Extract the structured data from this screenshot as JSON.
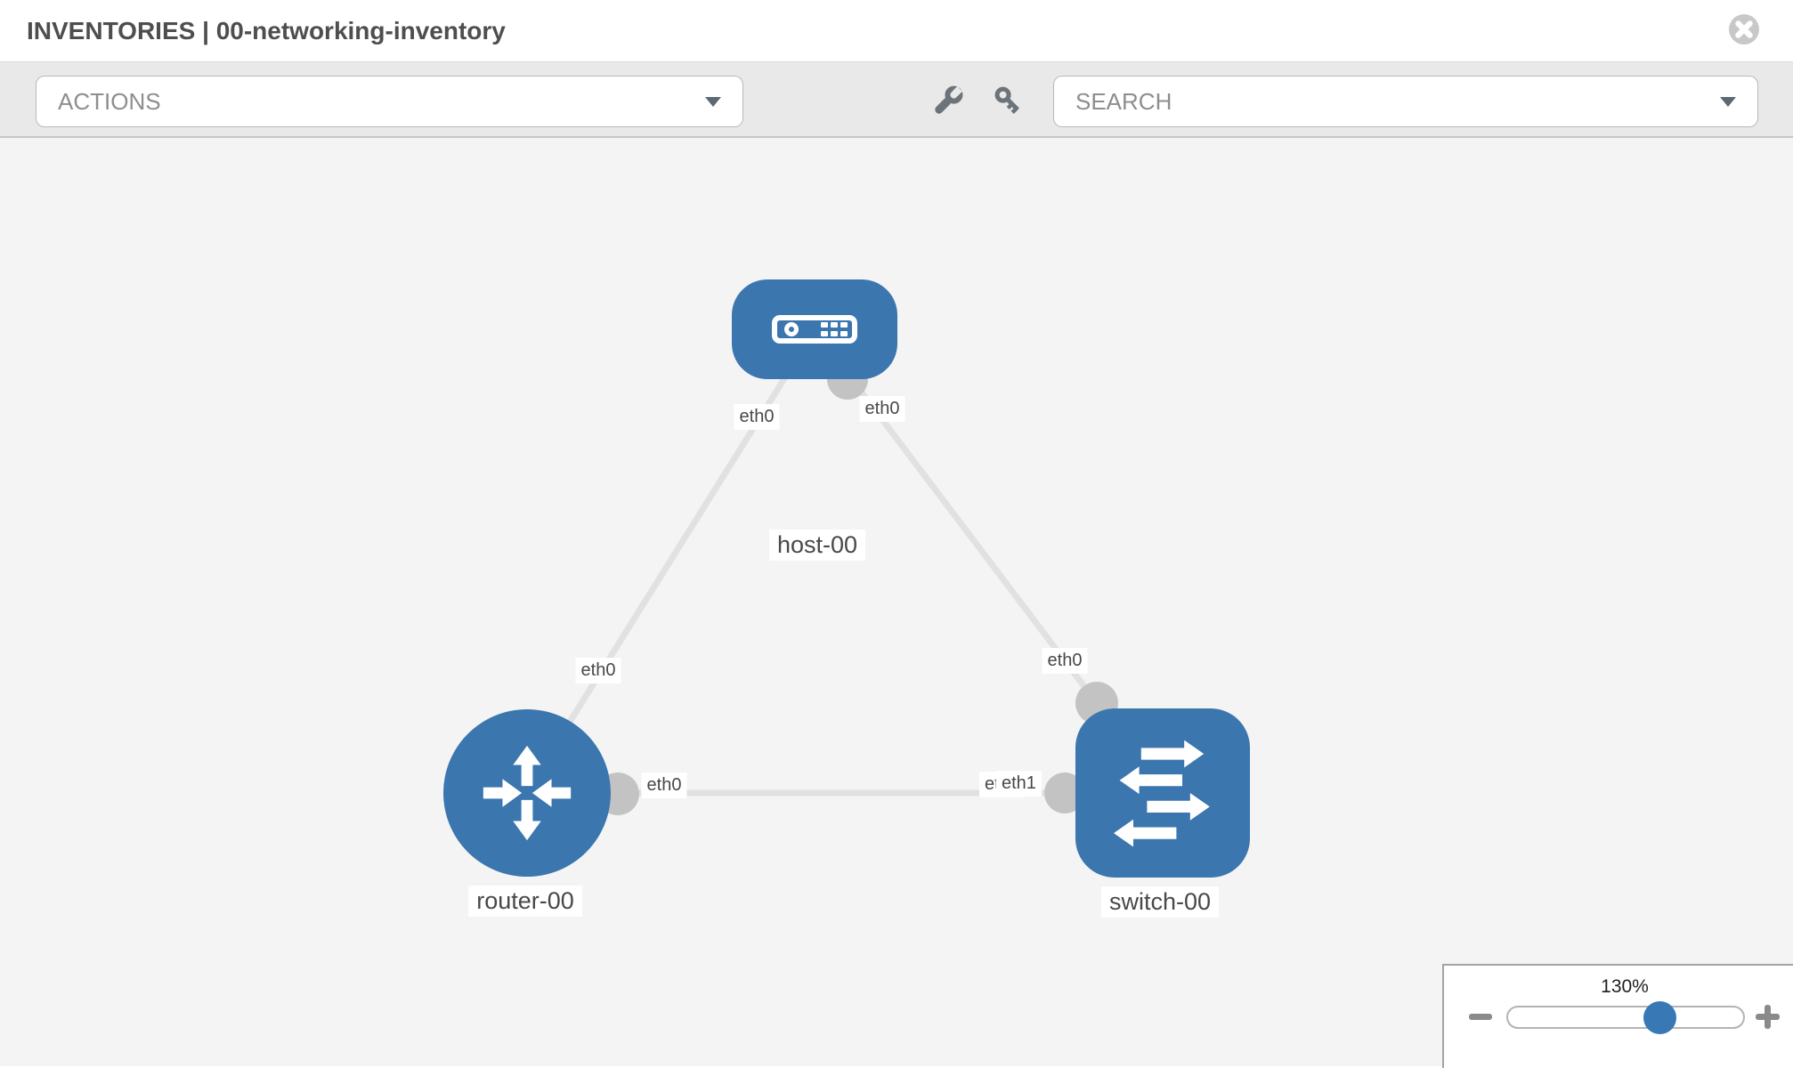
{
  "header": {
    "title": "INVENTORIES | 00-networking-inventory",
    "close_icon": "circle-x"
  },
  "toolbar": {
    "actions_label": "ACTIONS",
    "search_label": "SEARCH",
    "tool_icons": [
      "wrench-icon",
      "key-icon"
    ],
    "dropdown_icon": "chevron-down"
  },
  "topology": {
    "nodes": [
      {
        "label": "host-00",
        "type": "host"
      },
      {
        "label": "router-00",
        "type": "router"
      },
      {
        "label": "switch-00",
        "type": "switch"
      }
    ],
    "links": [
      {
        "from": "host-00",
        "to": "router-00",
        "from_interface": "eth0",
        "to_interface": "eth0"
      },
      {
        "from": "host-00",
        "to": "switch-00",
        "from_interface": "eth0",
        "to_interface": "eth0"
      },
      {
        "from": "router-00",
        "to": "switch-00",
        "from_interface": "eth0",
        "to_interface": "eth1",
        "overlapped_interface": "eth0"
      }
    ]
  },
  "zoom": {
    "level": "130%",
    "percent": 130,
    "icons": {
      "zoom_out": "minus",
      "zoom_in": "plus"
    }
  },
  "colors": {
    "node_blue": "#3b76af",
    "slider_knob_blue": "#3778b5",
    "link_gray": "#e1e1e1",
    "connector_gray": "#c3c3c3",
    "canvas_bg": "#f4f4f4",
    "toolbar_bg": "#e9e9e9"
  }
}
